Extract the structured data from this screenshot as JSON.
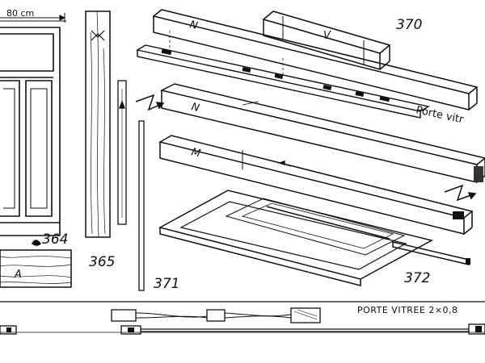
{
  "labels": {
    "dim_width": "80 cm",
    "part_364": "364",
    "part_365": "365",
    "part_370": "370",
    "part_371": "371",
    "part_372": "372",
    "porte_vitree_side": "Porte vitr",
    "porte_vitree_bottom": "PORTE VITREE  2×0,8"
  },
  "marks": {
    "mark_n": "N",
    "mark_m": "M",
    "mark_a": "A",
    "mark_v": "V"
  },
  "colors": {
    "ink": "#111111",
    "paper": "#ffffff",
    "wood_grain": "#333333"
  }
}
